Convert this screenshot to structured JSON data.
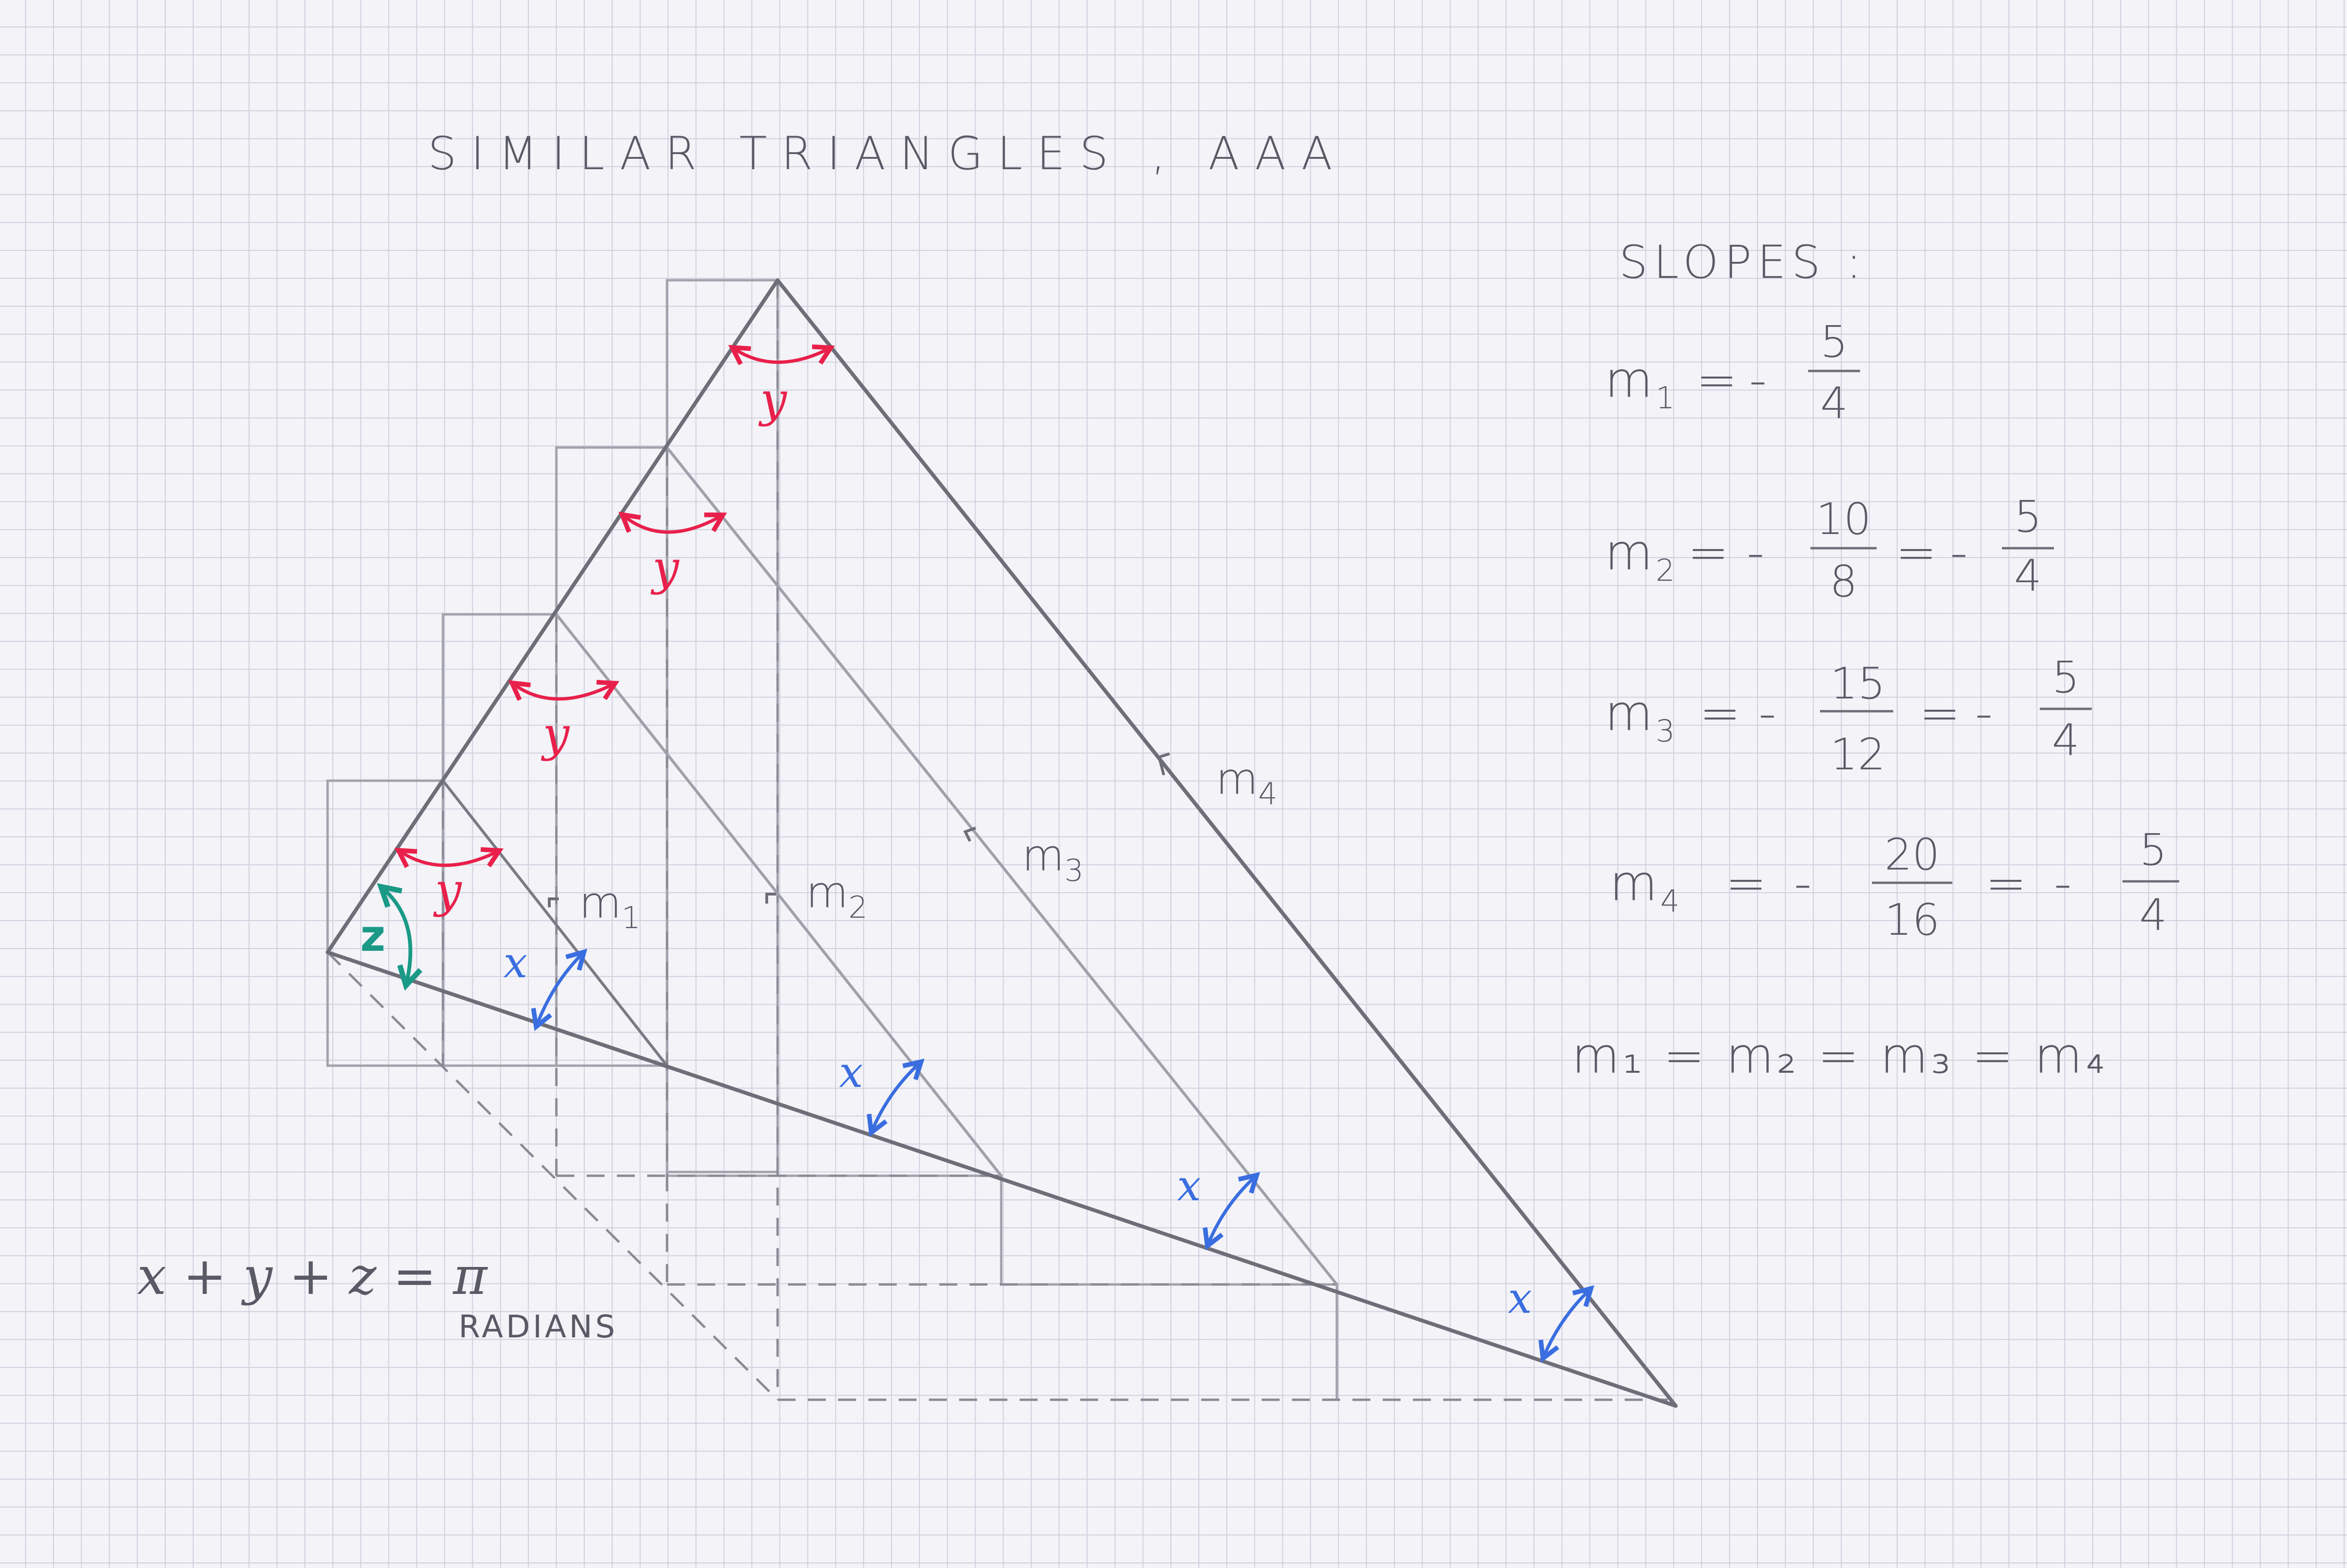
{
  "title": "SIMILAR TRIANGLES , AAA",
  "slopes_heading": "SLOPES :",
  "slopes": [
    {
      "m": "m",
      "sub": "1",
      "steps": [
        {
          "num": "5",
          "den": "4"
        }
      ]
    },
    {
      "m": "m",
      "sub": "2",
      "steps": [
        {
          "num": "10",
          "den": "8"
        },
        {
          "num": "5",
          "den": "4"
        }
      ]
    },
    {
      "m": "m",
      "sub": "3",
      "steps": [
        {
          "num": "15",
          "den": "12"
        },
        {
          "num": "5",
          "den": "4"
        }
      ]
    },
    {
      "m": "m",
      "sub": "4",
      "steps": [
        {
          "num": "20",
          "den": "16"
        },
        {
          "num": "5",
          "den": "4"
        }
      ]
    }
  ],
  "equality": "m₁ = m₂ = m₃ = m₄",
  "line_labels": [
    {
      "m": "m",
      "sub": "1"
    },
    {
      "m": "m",
      "sub": "2"
    },
    {
      "m": "m",
      "sub": "3"
    },
    {
      "m": "m",
      "sub": "4"
    }
  ],
  "angle_labels": {
    "x": "x",
    "y": "y",
    "z": "z"
  },
  "angle_sum": "x + y + z = π",
  "angle_unit": "RADIANS",
  "colors": {
    "pencil": "#6e6e78",
    "light_pencil": "#a2a2ac",
    "y_angle": "#e8204a",
    "x_angle": "#3a6ee0",
    "z_angle": "#1a9a86",
    "grid": "#cfd0de"
  }
}
